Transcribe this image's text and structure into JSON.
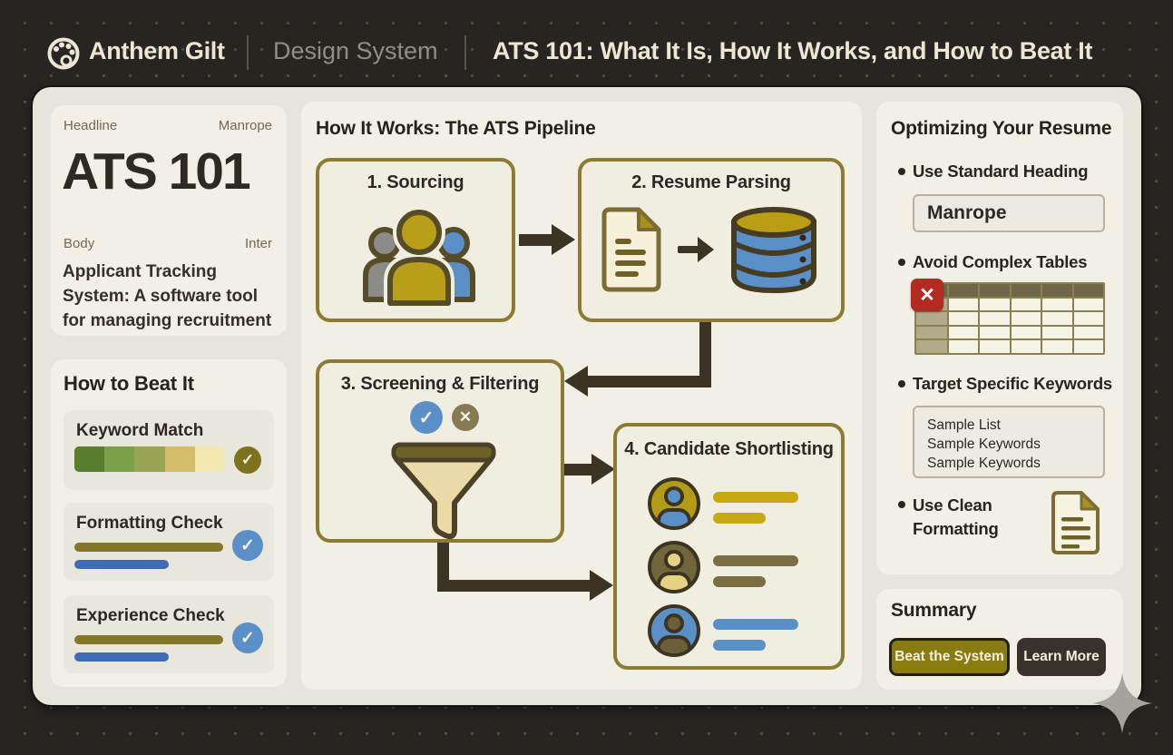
{
  "header": {
    "brand": "Anthem Gilt",
    "subtitle": "Design System",
    "title": "ATS 101: What It Is, How It Works, and How to Beat It"
  },
  "type_card": {
    "headline_label": "Headline",
    "headline_font": "Manrope",
    "headline_sample": "ATS 101",
    "body_label": "Body",
    "body_font": "Inter",
    "body_text": "Applicant Tracking System: A software tool for managing recruitment"
  },
  "beat_it": {
    "title": "How to Beat It",
    "items": [
      {
        "label": "Keyword Match",
        "swatches": [
          "#5a7e2f",
          "#7ba14b",
          "#9aa553",
          "#d3bd6b",
          "#f3e7b1"
        ],
        "check_color": "#7d721f"
      },
      {
        "label": "Formatting Check",
        "bars": [
          "#857729",
          "#3f6db5"
        ],
        "check_color": "#5b8fc7"
      },
      {
        "label": "Experience Check",
        "bars": [
          "#857729",
          "#3f6db5"
        ],
        "check_color": "#5b8fc7"
      }
    ]
  },
  "pipeline": {
    "title": "How It Works: The ATS Pipeline",
    "steps": [
      "1. Sourcing",
      "2. Resume Parsing",
      "3. Screening & Filtering",
      "4. Candidate Shortlisting"
    ]
  },
  "optimizing": {
    "title": "Optimizing Your Resume",
    "bullets": [
      {
        "label": "Use Standard Heading",
        "sample": "Manrope"
      },
      {
        "label": "Avoid Complex Tables",
        "table": {
          "columns": 6,
          "rows": 5
        }
      },
      {
        "label": "Target Specific Keywords",
        "samples": [
          "Sample List",
          "Sample Keywords",
          "Sample Keywords"
        ]
      },
      {
        "label": "Use Clean Formatting"
      }
    ]
  },
  "summary": {
    "title": "Summary",
    "primary_button": "Beat the System",
    "secondary_button": "Learn More"
  },
  "icons": {
    "logo": "palette-icon",
    "check": "✓",
    "cross": "✕",
    "sparkle": "four-point-star"
  },
  "colors": {
    "background": "#262522",
    "panel": "#e7e4d9",
    "card": "#f2efe4",
    "subcard": "#e9e6db",
    "box_border": "#8c7c33",
    "arrow": "#3b3425",
    "gold": "#b89f17",
    "blue": "#5b8fc7",
    "olive_bar": "#857729",
    "blue_bar": "#3f6db5",
    "check_olive": "#7d721f",
    "red": "#b22a20",
    "cream_text": "#ece6d4",
    "dark_text": "#25231d"
  }
}
